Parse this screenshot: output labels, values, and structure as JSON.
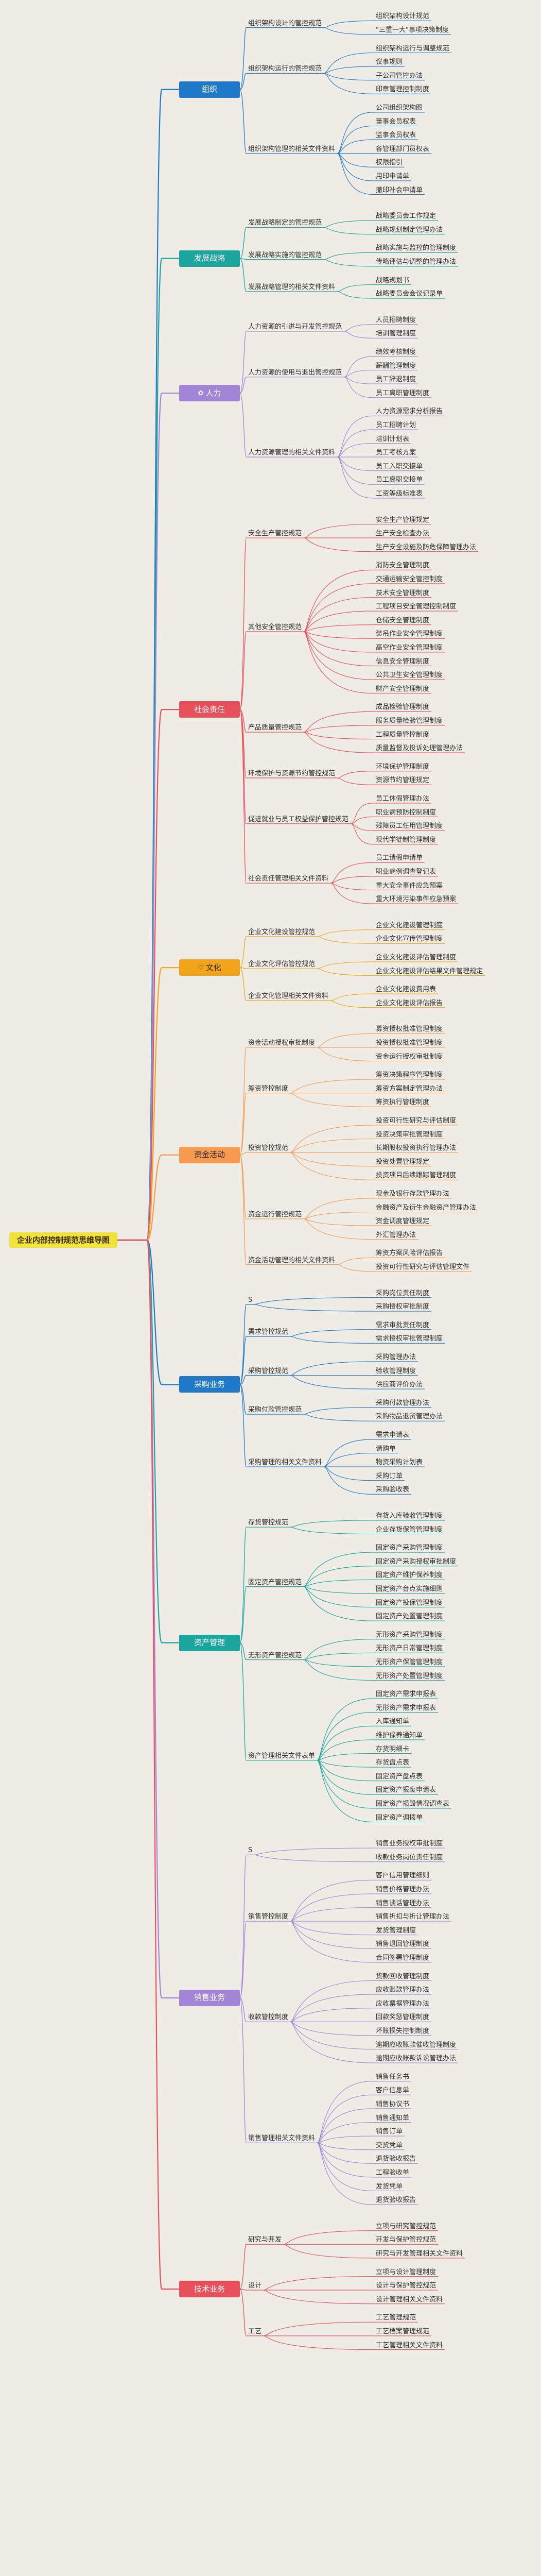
{
  "root": {
    "label": "企业内部控制规范思维导图"
  },
  "branches": [
    {
      "key": "org",
      "label": "组织",
      "icon": "",
      "color": "#1f78c8",
      "textColor": "#ffffff",
      "children": [
        {
          "label": "组织架构设计的管控规范",
          "children": [
            "组织架构设计规范",
            "\"三重一大\"事项决策制度"
          ]
        },
        {
          "label": "组织架构运行的管控规范",
          "children": [
            "组织架构运行与调整规范",
            "议事规则",
            "子公司管控办法",
            "印章管理控制制度"
          ]
        },
        {
          "label": "组织架构管理的相关文件资料",
          "children": [
            "公司组织架构图",
            "董事会员权表",
            "监事会员权表",
            "各管理部门员权表",
            "权限指引",
            "用印申请单",
            "撤印补会申请单"
          ]
        }
      ]
    },
    {
      "key": "strategy",
      "label": "发展战略",
      "icon": "",
      "color": "#1aa69e",
      "textColor": "#ffffff",
      "children": [
        {
          "label": "发展战略制定的管控规范",
          "children": [
            "战略委员会工作规定",
            "战略规划制定管理办法"
          ]
        },
        {
          "label": "发展战略实施的管控规范",
          "children": [
            "战略实施与监控的管理制度",
            "传略评估与调整的管理办法"
          ]
        },
        {
          "label": "发展战略管理的相关文件资料",
          "children": [
            "战略规划书",
            "战略委员会会议记录单"
          ]
        }
      ]
    },
    {
      "key": "hr",
      "label": "人力",
      "icon": "✿",
      "color": "#a285d6",
      "textColor": "#ffffff",
      "children": [
        {
          "label": "人力资源的引进与开发管控规范",
          "children": [
            "人员招聘制度",
            "培训管理制度"
          ]
        },
        {
          "label": "人力资源的使用与退出管控规范",
          "children": [
            "绩效考核制度",
            "薪酬管理制度",
            "员工辞退制度",
            "员工离职管理制度"
          ]
        },
        {
          "label": "人力资源管理的相关文件资料",
          "children": [
            "人力资源需求分析报告",
            "员工招聘计划",
            "培训计划表",
            "员工考核方案",
            "员工入职交接单",
            "员工离职交接单",
            "工资等级标准表"
          ]
        }
      ]
    },
    {
      "key": "social",
      "label": "社会责任",
      "icon": "",
      "color": "#e8505b",
      "textColor": "#ffffff",
      "children": [
        {
          "label": "安全生产管控规范",
          "children": [
            "安全生产管理规定",
            "生产安全检查办法",
            "生产安全设施及防危保障管理办法"
          ]
        },
        {
          "label": "其他安全管控规范",
          "children": [
            "消防安全管理制度",
            "交通运输安全管控制度",
            "技术安全管理制度",
            "工程项目安全管理控制制度",
            "仓储安全管理制度",
            "装吊作业安全管理制度",
            "高空作业安全管理制度",
            "信息安全管理制度",
            "公共卫生安全管理制度",
            "财产安全管理制度"
          ]
        },
        {
          "label": "产品质量管控规范",
          "children": [
            "成品检验管理制度",
            "服务质量检验管理制度",
            "工程质量管控制度",
            "质量监督及投诉处理管理办法"
          ]
        },
        {
          "label": "环境保护与资源节约管控规范",
          "children": [
            "环境保护管理制度",
            "资源节约管理规定"
          ]
        },
        {
          "label": "促进就业与员工权益保护管控规范",
          "children": [
            "员工休假管理办法",
            "职业病预防控制制度",
            "残障员工任用管理制度",
            "现代学徒制管理制度"
          ]
        },
        {
          "label": "社会责任管理相关文件资料",
          "children": [
            "员工请假申请单",
            "职业病例调查登记表",
            "重大安全事件应急预案",
            "重大环境污染事件应急预案"
          ]
        }
      ]
    },
    {
      "key": "culture",
      "label": "文化",
      "icon": "♡",
      "color": "#f2a51a",
      "textColor": "#2a2a2a",
      "children": [
        {
          "label": "企业文化建设管控规范",
          "children": [
            "企业文化建设管理制度",
            "企业文化宣传管理制度"
          ]
        },
        {
          "label": "企业文化评估管控规范",
          "children": [
            "企业文化建设评估管理制度",
            "企业文化建设评估结果文件管理规定"
          ]
        },
        {
          "label": "企业文化管理相关文件资料",
          "children": [
            "企业文化建设费用表",
            "企业文化建设评估报告"
          ]
        }
      ]
    },
    {
      "key": "funds",
      "label": "资金活动",
      "icon": "",
      "color": "#f79a52",
      "textColor": "#2a2a2a",
      "children": [
        {
          "label": "资金活动授权审批制度",
          "children": [
            "募资授权批准管理制度",
            "投资授权批准管理制度",
            "资金运行授权审批制度"
          ]
        },
        {
          "label": "筹资管控制度",
          "children": [
            "筹资决策程序管理制度",
            "筹资方案制定管理办法",
            "筹资执行管理制度"
          ]
        },
        {
          "label": "投资管控规范",
          "children": [
            "投资可行性研究与评估制度",
            "投资决策审批管理制度",
            "长期股权投资执行管理办法",
            "投资处置管理规定",
            "投资项目后续跟踪管理制度"
          ]
        },
        {
          "label": "资金运行管控规范",
          "children": [
            "现金及银行存款管理办法",
            "金融资产及衍生金融资产管理办法",
            "资金调度管理规定",
            "外汇管理办法"
          ]
        },
        {
          "label": "资金活动管理的相关文件资料",
          "children": [
            "筹资方案风险评估报告",
            "投资可行性研究与评估管理文件"
          ]
        }
      ]
    },
    {
      "key": "purchase",
      "label": "采购业务",
      "icon": "",
      "color": "#1f78c8",
      "textColor": "#ffffff",
      "children": [
        {
          "label": "S",
          "children": [
            "采购岗位责任制度",
            "采购授权审批制度"
          ]
        },
        {
          "label": "需求管控规范",
          "children": [
            "需求审批责任制度",
            "需求授权审批管理制度"
          ]
        },
        {
          "label": "采购管控规范",
          "children": [
            "采购管理办法",
            "验收管理制度",
            "供应商评价办法"
          ]
        },
        {
          "label": "采购付款管控规范",
          "children": [
            "采购付款管理办法",
            "采购物品退货管理办法"
          ]
        },
        {
          "label": "采购管理的相关文件资料",
          "children": [
            "需求申请表",
            "请购单",
            "物资采购计划表",
            "采购订单",
            "采购验收表"
          ]
        }
      ]
    },
    {
      "key": "assets",
      "label": "资产管理",
      "icon": "",
      "color": "#1aa69e",
      "textColor": "#ffffff",
      "children": [
        {
          "label": "存货管控规范",
          "children": [
            "存货入库验收管理制度",
            "企业存货保管管理制度"
          ]
        },
        {
          "label": "固定资产管控规范",
          "children": [
            "固定资产采购管理制度",
            "固定资产采购授权审批制度",
            "固定资产维护保养制度",
            "固定资产台点实施细则",
            "固定资产投保管理制度",
            "固定资产处置管理制度"
          ]
        },
        {
          "label": "无形资产管控规范",
          "children": [
            "无形资产采购管理制度",
            "无形资产日常管理制度",
            "无形资产保管管理制度",
            "无形资产处置管理制度"
          ]
        },
        {
          "label": "资产管理相关文件表单",
          "children": [
            "固定资产需求申报表",
            "无形资产需求申报表",
            "入库通知单",
            "维护保养通知单",
            "存货明细卡",
            "存货盘点表",
            "固定资产盘点表",
            "固定资产报废申请表",
            "固定资产损毁情况调查表",
            "固定资产调拨单"
          ]
        }
      ]
    },
    {
      "key": "sales",
      "label": "销售业务",
      "icon": "",
      "color": "#a285d6",
      "textColor": "#ffffff",
      "children": [
        {
          "label": "S",
          "children": [
            "销售业务授权审批制度",
            "收款业务岗位责任制度"
          ]
        },
        {
          "label": "销售管控制度",
          "children": [
            "客户信用管理细则",
            "销售价格管理办法",
            "销售谈话管理办法",
            "销售折扣与折让管理办法",
            "发货管理制度",
            "销售退回管理制度",
            "合同签署管理制度"
          ]
        },
        {
          "label": "收款管控制度",
          "children": [
            "货款回收管理制度",
            "应收账款管理办法",
            "应收票据管理办法",
            "回款奖惩管理制度",
            "坏账损失控制制度",
            "逾期应收账款催收管理制度",
            "逾期应收账款诉讼管理办法"
          ]
        },
        {
          "label": "销售管理相关文件资料",
          "children": [
            "销售任务书",
            "客户信息单",
            "销售协议书",
            "销售通知单",
            "销售订单",
            "交货凭单",
            "退货验收报告",
            "工程验收单",
            "发货凭单",
            "退货验收报告"
          ]
        }
      ]
    },
    {
      "key": "rnd",
      "label": "技术业务",
      "icon": "",
      "color": "#e8505b",
      "textColor": "#ffffff",
      "children": [
        {
          "label": "研究与开发",
          "children": [
            "立项与研究管控规范",
            "开发与保护管控规范",
            "研究与开发管理相关文件资料"
          ]
        },
        {
          "label": "设计",
          "children": [
            "立项与设计管理制度",
            "设计与保护管控规范",
            "设计管理相关文件资料"
          ]
        },
        {
          "label": "工艺",
          "children": [
            "工艺管理规范",
            "工艺档案管理规范",
            "工艺管理相关文件资料"
          ]
        }
      ]
    }
  ]
}
